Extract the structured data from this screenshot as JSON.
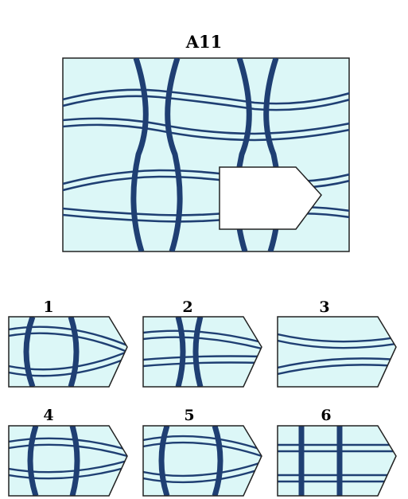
{
  "puzzle": {
    "title": "A11",
    "colors": {
      "background": "#dcf7f7",
      "pattern": "#1f3f73",
      "outline": "#222222"
    },
    "options": [
      {
        "label": "1"
      },
      {
        "label": "2"
      },
      {
        "label": "3"
      },
      {
        "label": "4"
      },
      {
        "label": "5"
      },
      {
        "label": "6"
      }
    ]
  }
}
